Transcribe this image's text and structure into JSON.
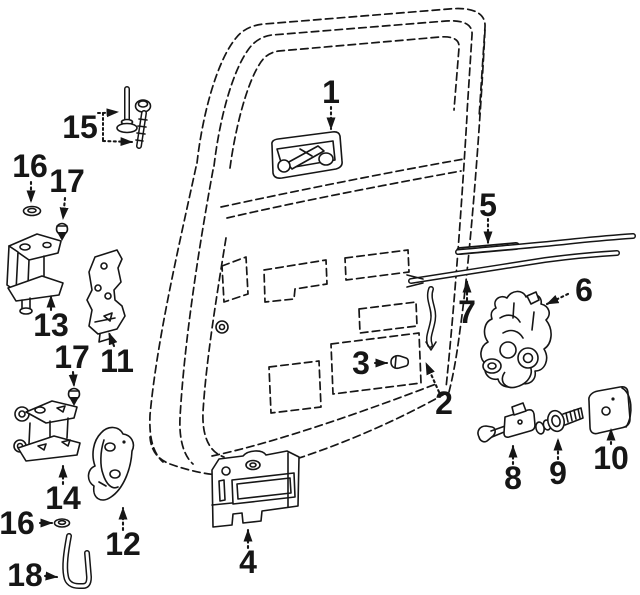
{
  "colors": {
    "ink": "#161616",
    "paper": "#ffffff"
  },
  "callouts": [
    {
      "label": "1",
      "part": "inside-door-handle"
    },
    {
      "label": "2",
      "part": "lock-rod"
    },
    {
      "label": "3",
      "part": "rod-clip"
    },
    {
      "label": "4",
      "part": "handle-mounting-bracket"
    },
    {
      "label": "5",
      "part": "release-rod"
    },
    {
      "label": "6",
      "part": "door-latch-assembly"
    },
    {
      "label": "7",
      "part": "lock-control-rod"
    },
    {
      "label": "8",
      "part": "lock-cylinder"
    },
    {
      "label": "9",
      "part": "striker-bolt"
    },
    {
      "label": "10",
      "part": "striker-plate"
    },
    {
      "label": "11",
      "part": "door-side-hinge-bracket"
    },
    {
      "label": "12",
      "part": "body-side-hinge-bracket"
    },
    {
      "label": "13",
      "part": "upper-hinge"
    },
    {
      "label": "14",
      "part": "lower-hinge"
    },
    {
      "label": "15",
      "part": "hinge-bolts"
    },
    {
      "label": "16",
      "part": "washer-grommet-upper"
    },
    {
      "label": "17",
      "part": "retainer-clip-upper"
    },
    {
      "label": "17",
      "part": "retainer-clip-lower"
    },
    {
      "label": "16",
      "part": "washer-grommet-lower"
    },
    {
      "label": "18",
      "part": "link-rod"
    }
  ]
}
